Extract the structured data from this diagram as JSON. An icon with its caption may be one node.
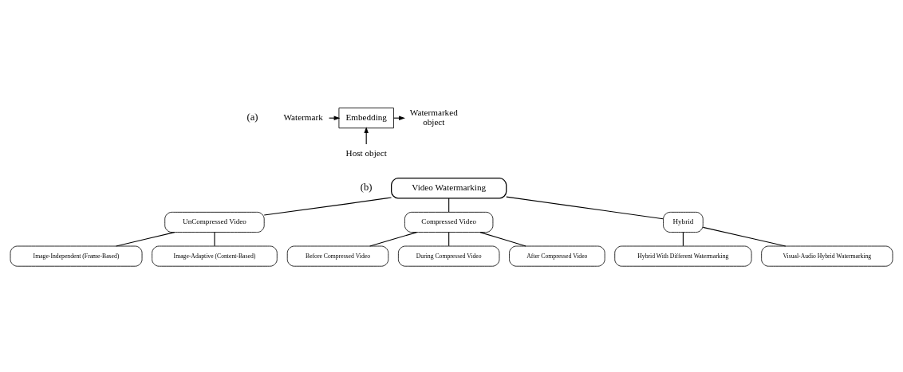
{
  "diagram": {
    "nodes": [
      {
        "text": [
          "Watermark"
        ]
      },
      {
        "text": [
          "Embedding"
        ]
      },
      {
        "text": [
          "Watermarked object"
        ]
      },
      {
        "text": [
          "Host object"
        ]
      },
      {
        "text": [
          "Video Watermarking"
        ]
      },
      {
        "text": [
          "UnCompressed Video"
        ]
      },
      {
        "text": [
          "Compressed Video"
        ]
      },
      {
        "text": [
          "Hybrid"
        ]
      },
      {
        "text": [
          "Image-Independent (Frame-Based)"
        ]
      },
      {
        "text": [
          "Image-Adaptive (Content-Based)"
        ]
      },
      {
        "text": [
          "Before Compressed Video"
        ]
      },
      {
        "text": [
          "During Compressed Video"
        ]
      },
      {
        "text": [
          "After Compressed Video"
        ]
      },
      {
        "text": [
          "Hybrid With Different Watermarking"
        ]
      },
      {
        "text": [
          "Visual-Audio Hybrid Watermarking"
        ]
      }
    ],
    "edges": [
      {
        "from": 0,
        "to": 1,
        "arrow": "to"
      },
      {
        "from": 1,
        "to": 2,
        "arrow": "to"
      },
      {
        "from": 3,
        "to": 1,
        "arrow": "to"
      },
      {
        "from": 4,
        "to": 5,
        "arrow": "none"
      },
      {
        "from": 4,
        "to": 6,
        "arrow": "none"
      },
      {
        "from": 4,
        "to": 7,
        "arrow": "none"
      },
      {
        "from": 5,
        "to": 8,
        "arrow": "none"
      },
      {
        "from": 5,
        "to": 9,
        "arrow": "none"
      },
      {
        "from": 6,
        "to": 10,
        "arrow": "none"
      },
      {
        "from": 6,
        "to": 11,
        "arrow": "none"
      },
      {
        "from": 6,
        "to": 12,
        "arrow": "none"
      },
      {
        "from": 7,
        "to": 13,
        "arrow": "none"
      },
      {
        "from": 7,
        "to": 14,
        "arrow": "none"
      }
    ],
    "labels": [
      "(a)",
      "(b)"
    ]
  }
}
